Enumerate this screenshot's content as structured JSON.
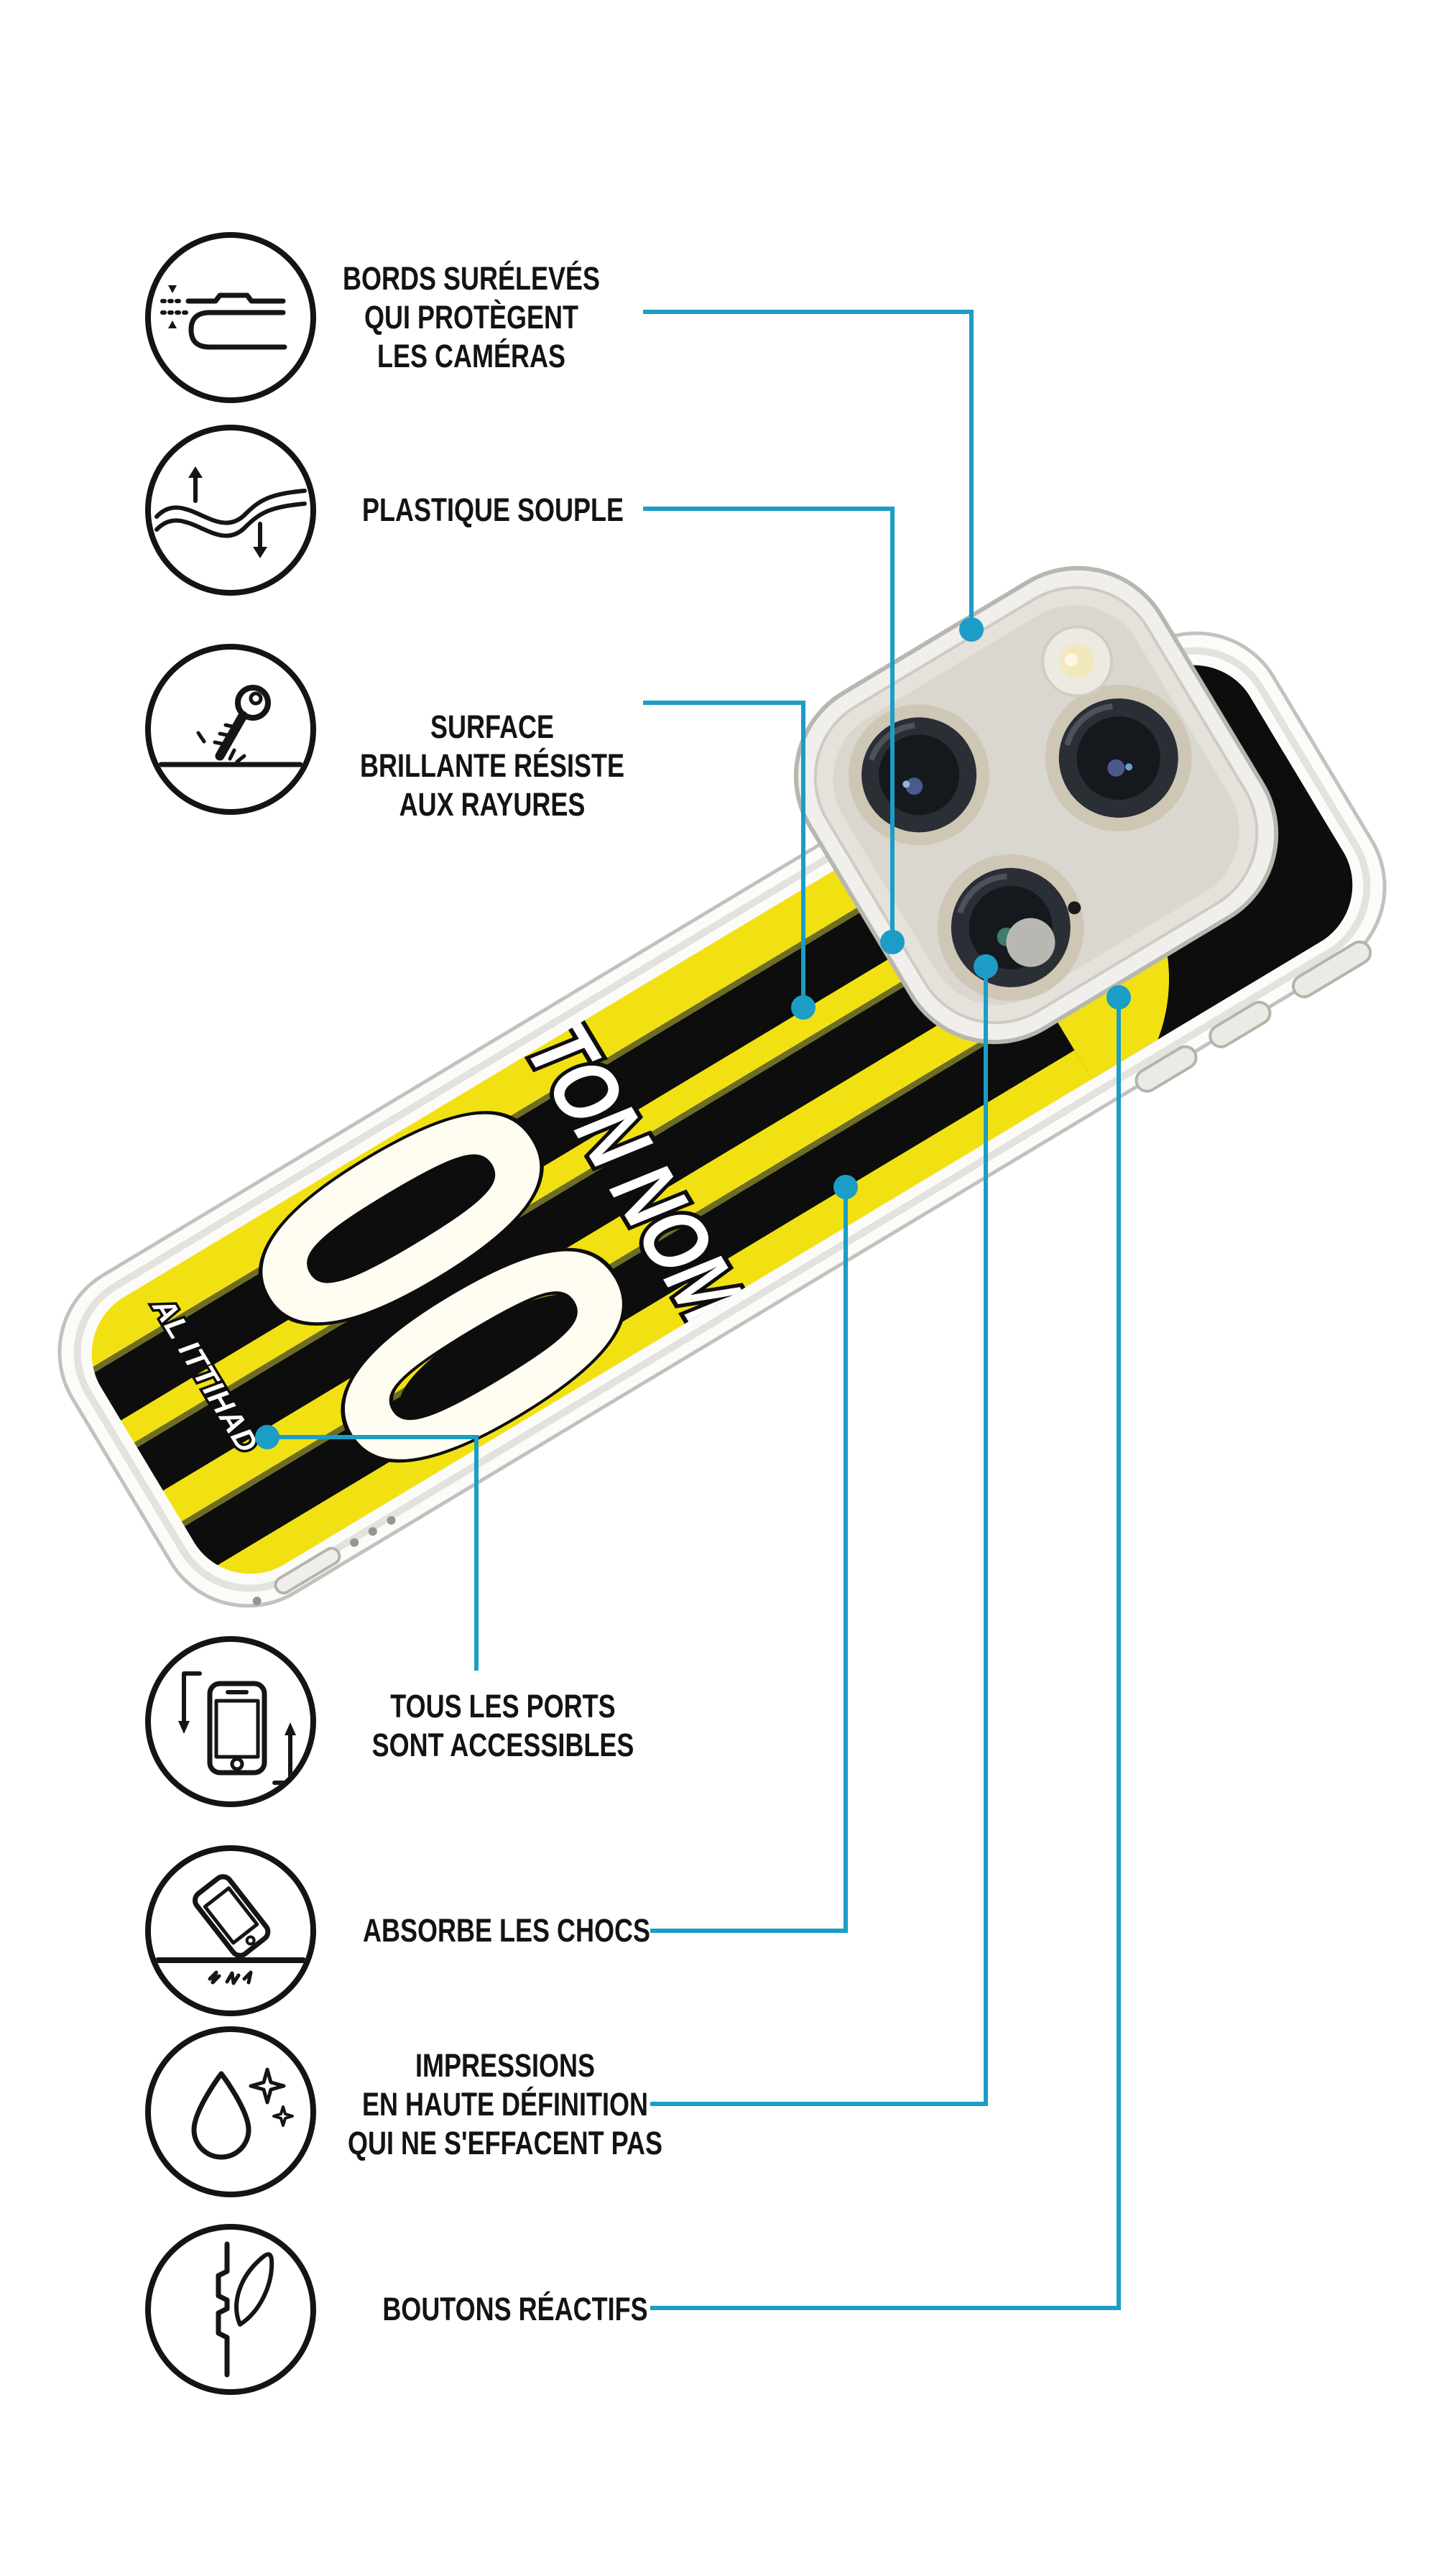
{
  "meta": {
    "description": "Product infographic of a clear phone case with Al Ittihad yellow/black striped football jersey print, customizable name and number, with seven feature callouts in French"
  },
  "colors": {
    "accent": "#1b9dc5",
    "label_text": "#131313",
    "jersey_yellow": "#F2E112",
    "jersey_black": "#0d0d0d",
    "stripe_edge_olive": "#6e6d28",
    "case_rim_gray": "#c2c1bc",
    "camera_bezel_gray": "#d9d7cf",
    "lens_ring_tan": "#cfc7b5",
    "lens_dark": "#15181d",
    "background": "#ffffff"
  },
  "features": [
    {
      "id": "raised-edges",
      "icon": "camera-edge-icon",
      "lines": [
        "BORDS SURÉLEVÉS",
        "QUI PROTÈGENT",
        "LES CAMÉRAS"
      ]
    },
    {
      "id": "soft-plastic",
      "icon": "flex-arrows-icon",
      "lines": [
        "PLASTIQUE SOUPLE"
      ]
    },
    {
      "id": "scratch-proof",
      "icon": "key-scratch-icon",
      "lines": [
        "SURFACE",
        "BRILLANTE RÉSISTE",
        "AUX RAYURES"
      ]
    },
    {
      "id": "ports-access",
      "icon": "rotate-phone-icon",
      "lines": [
        "TOUS LES PORTS",
        "SONT ACCESSIBLES"
      ]
    },
    {
      "id": "shock-absorb",
      "icon": "shock-impact-icon",
      "lines": [
        "ABSORBE LES CHOCS"
      ]
    },
    {
      "id": "hd-print",
      "icon": "droplet-shine-icon",
      "lines": [
        "IMPRESSIONS",
        "EN HAUTE DÉFINITION",
        "QUI NE S'EFFACENT PAS"
      ]
    },
    {
      "id": "buttons",
      "icon": "side-buttons-icon",
      "lines": [
        "BOUTONS RÉACTIFS"
      ]
    }
  ],
  "phone": {
    "name_text": "TON NOM",
    "number_text": "00",
    "club_text": "AL ITTIHAD"
  }
}
